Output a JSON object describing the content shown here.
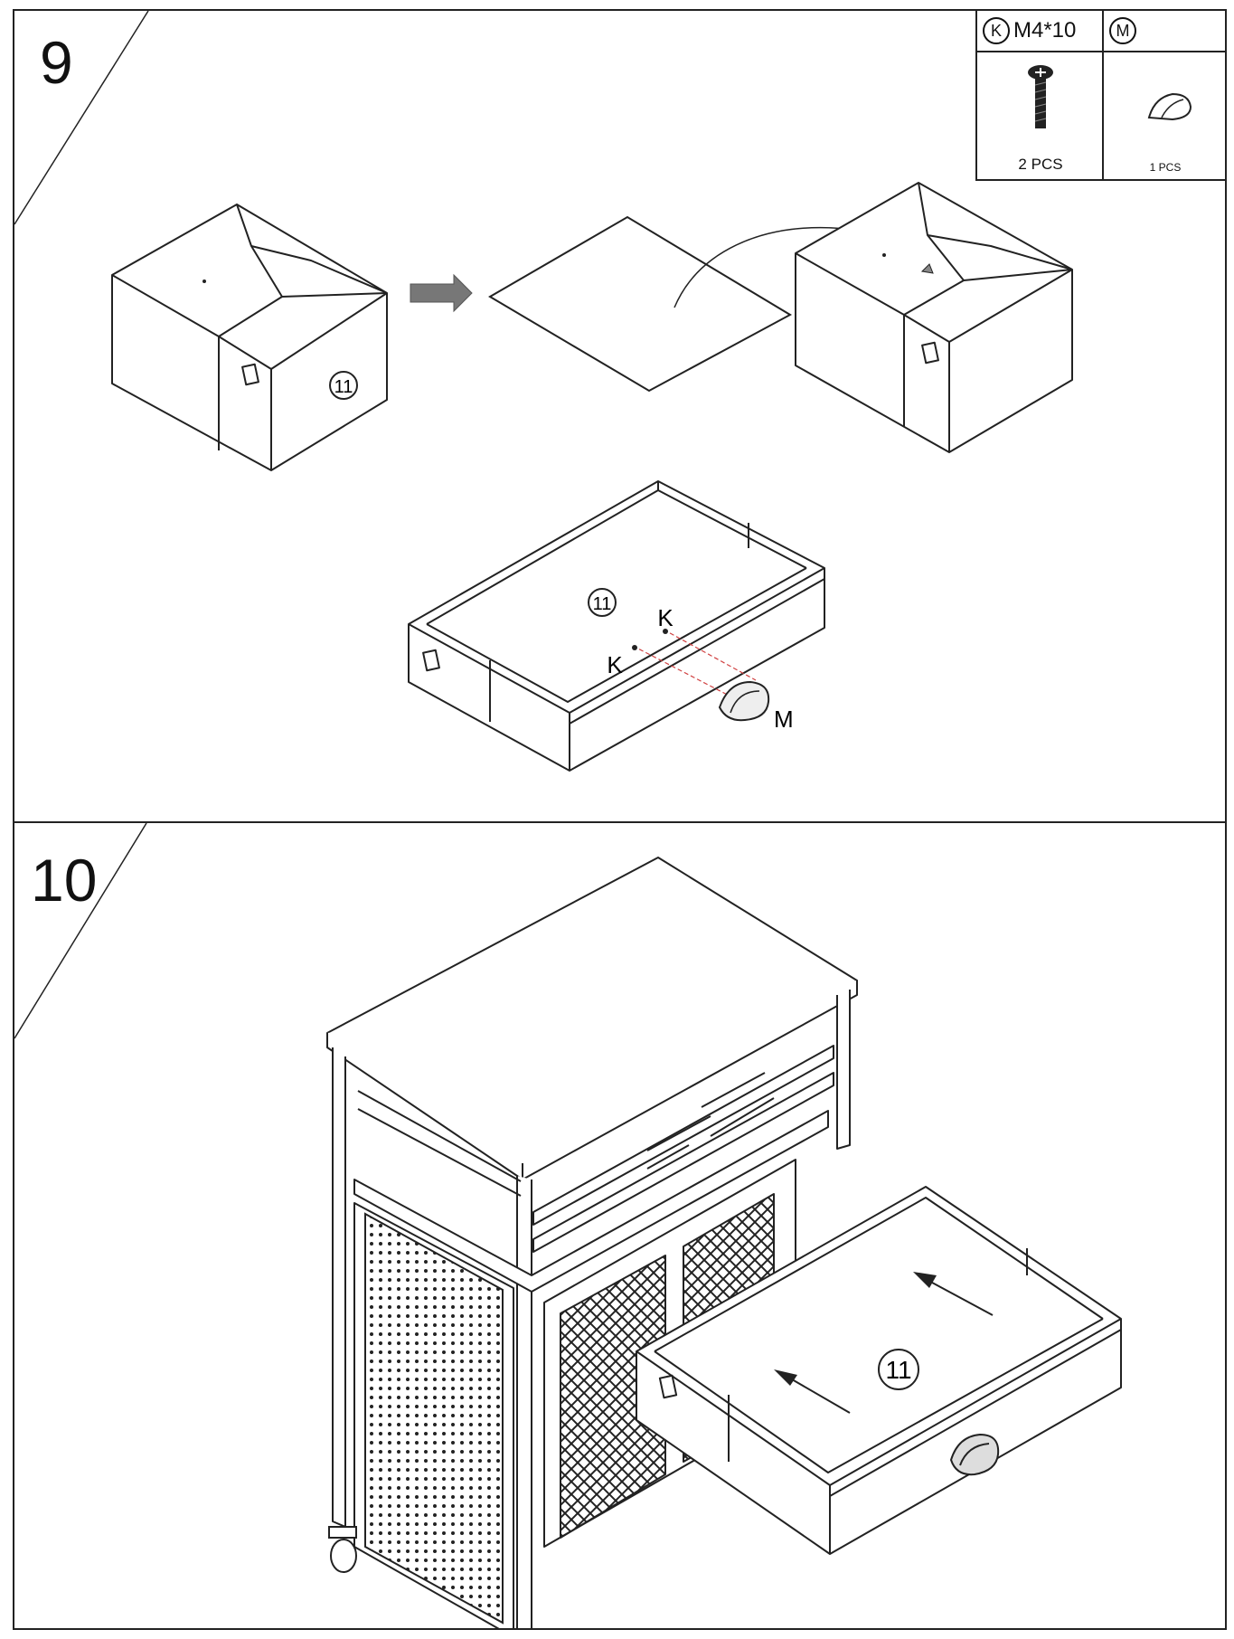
{
  "steps": [
    {
      "number": "9"
    },
    {
      "number": "10"
    }
  ],
  "parts_table": {
    "k_letter": "K",
    "k_size": "M4*10",
    "k_qty": "2 PCS",
    "m_letter": "M",
    "m_qty": "1 PCS"
  },
  "callouts": {
    "drawer_num": "11",
    "screw_label": "K",
    "handle_label": "M"
  },
  "icons": [
    "screw-icon",
    "handle-icon",
    "arrow-icon"
  ]
}
